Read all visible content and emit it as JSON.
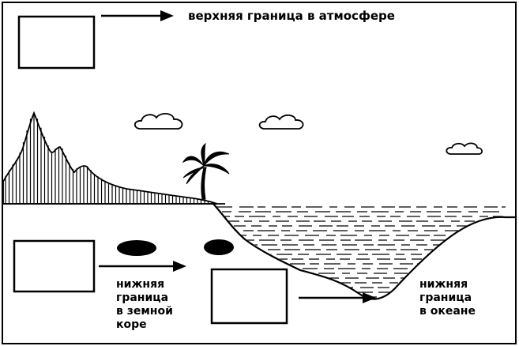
{
  "labels": {
    "upper_atmosphere": "верхняя граница в атмосфере",
    "lower_crust": "нижняя\nграница\nв земной\nкоре",
    "lower_ocean": "нижняя\nграница\nв океане"
  },
  "colors": {
    "ink": "#000000",
    "paper": "#ffffff"
  }
}
